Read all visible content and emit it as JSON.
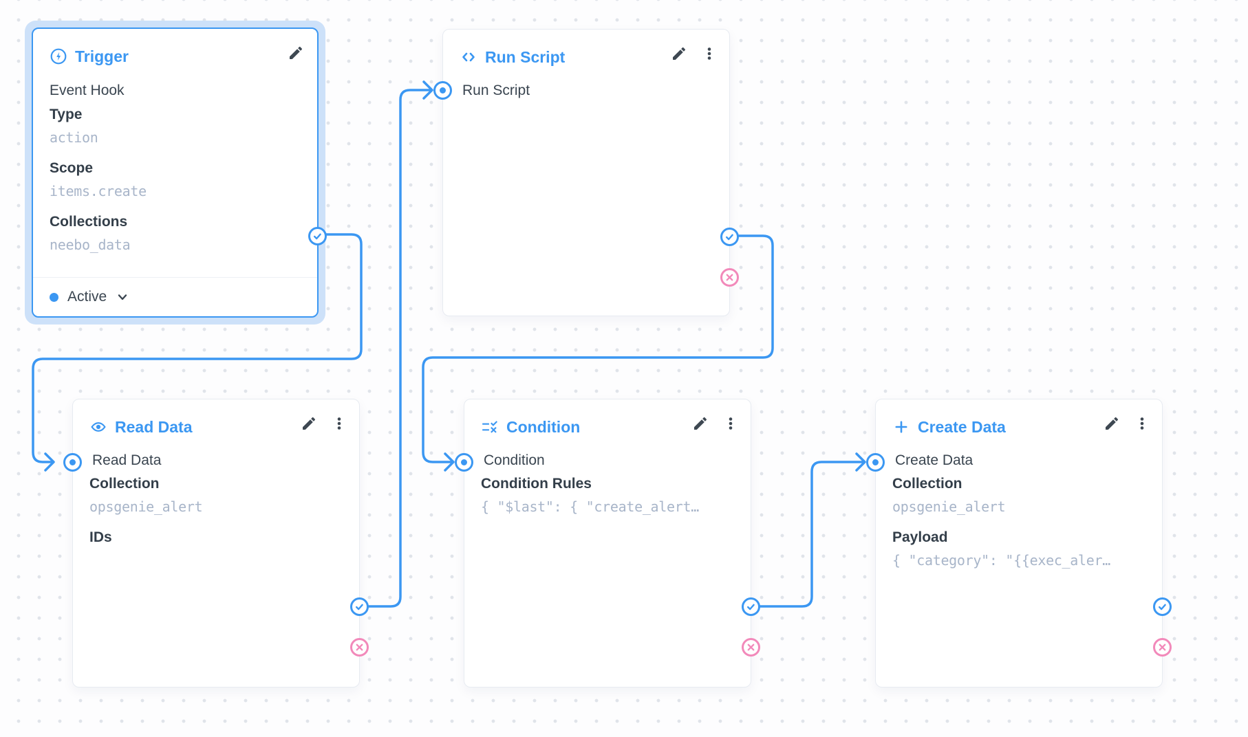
{
  "colors": {
    "accent": "#3b97f2",
    "reject": "#f289ba",
    "selection_halo": "#cde1f9"
  },
  "icons": {
    "trigger": "bolt-circle-icon",
    "run_script": "code-icon",
    "read_data": "eye-icon",
    "condition": "rule-icon",
    "create_data": "plus-icon",
    "edit": "pencil-icon",
    "more": "vertical-dots-icon",
    "status": "chevron-down-icon"
  },
  "nodes": {
    "trigger": {
      "title": "Trigger",
      "subtitle": "Event Hook",
      "fields": [
        {
          "label": "Type",
          "value": "action"
        },
        {
          "label": "Scope",
          "value": "items.create"
        },
        {
          "label": "Collections",
          "value": "neebo_data"
        }
      ],
      "status": "Active"
    },
    "run_script": {
      "title": "Run Script",
      "input_label": "Run Script"
    },
    "read_data": {
      "title": "Read Data",
      "input_label": "Read Data",
      "fields": [
        {
          "label": "Collection",
          "value": "opsgenie_alert"
        },
        {
          "label": "IDs",
          "value": ""
        }
      ]
    },
    "condition": {
      "title": "Condition",
      "input_label": "Condition",
      "fields": [
        {
          "label": "Condition Rules",
          "value": "{ \"$last\": { \"create_alert…"
        }
      ]
    },
    "create_data": {
      "title": "Create Data",
      "input_label": "Create Data",
      "fields": [
        {
          "label": "Collection",
          "value": "opsgenie_alert"
        },
        {
          "label": "Payload",
          "value": "{ \"category\": \"{{exec_aler…"
        }
      ]
    }
  }
}
